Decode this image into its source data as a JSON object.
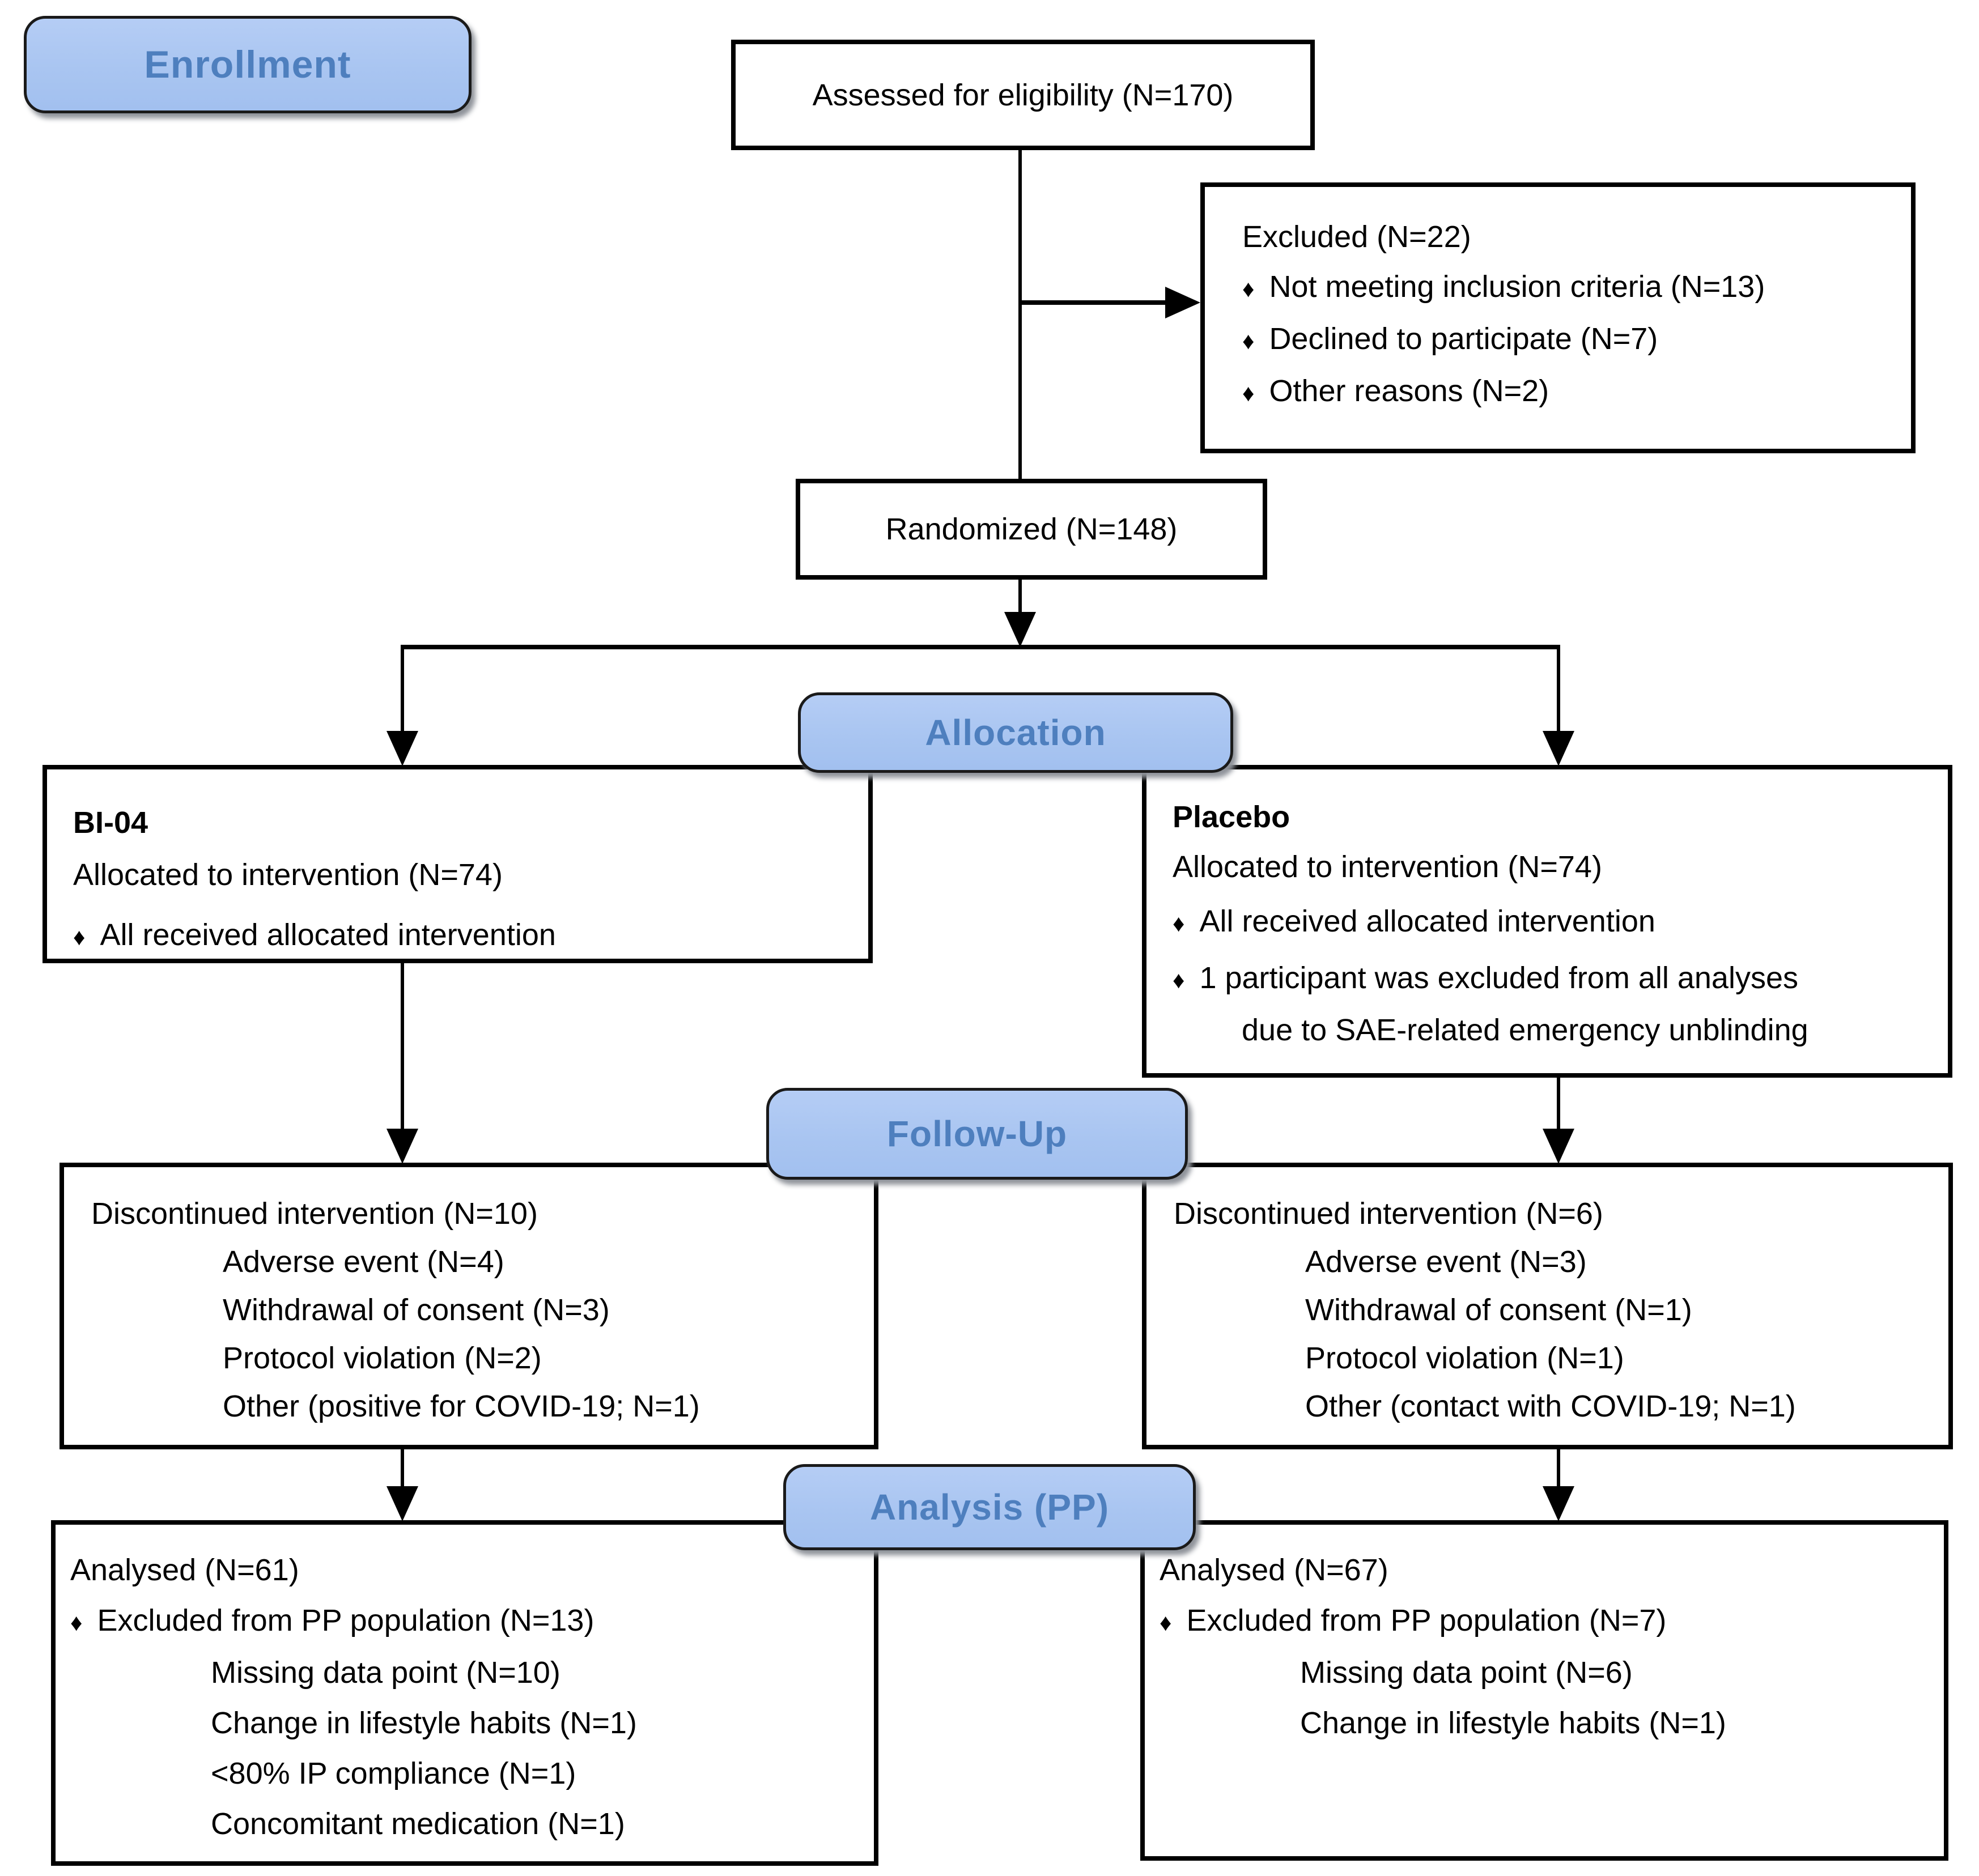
{
  "glyphs": {
    "bullet": "♦"
  },
  "colors": {
    "stage_fill": "#A9C5F1",
    "stage_text": "#4E7FBE",
    "stage_border": "#1A1A1A",
    "box_border": "#000000",
    "line": "#000000"
  },
  "stages": {
    "enrollment": "Enrollment",
    "allocation": "Allocation",
    "followup": "Follow-Up",
    "analysis": "Analysis (PP)"
  },
  "enrollment": {
    "assessed": "Assessed for eligibility (N=170)",
    "excluded": {
      "title": "Excluded (N=22)",
      "items": [
        "Not meeting inclusion criteria (N=13)",
        "Declined to participate (N=7)",
        "Other reasons (N=2)"
      ]
    },
    "randomized": "Randomized (N=148)"
  },
  "allocation": {
    "left": {
      "group": "BI-04",
      "allocated": "Allocated to intervention (N=74)",
      "bullet1": "All received allocated intervention"
    },
    "right": {
      "group": "Placebo",
      "allocated": "Allocated to intervention (N=74)",
      "bullet1": "All received allocated intervention",
      "bullet2_line1": "1 participant was excluded from all analyses",
      "bullet2_line2": "due to SAE-related emergency unblinding"
    }
  },
  "followup": {
    "left": {
      "title": "Discontinued intervention (N=10)",
      "items": [
        "Adverse event (N=4)",
        "Withdrawal of consent (N=3)",
        "Protocol violation (N=2)",
        "Other (positive for COVID-19; N=1)"
      ]
    },
    "right": {
      "title": "Discontinued intervention (N=6)",
      "items": [
        "Adverse event (N=3)",
        "Withdrawal of consent (N=1)",
        "Protocol violation (N=1)",
        "Other (contact with COVID-19; N=1)"
      ]
    }
  },
  "analysis": {
    "left": {
      "title": "Analysed (N=61)",
      "excluded": "Excluded from PP population (N=13)",
      "items": [
        "Missing data point (N=10)",
        "Change in lifestyle habits (N=1)",
        "<80% IP compliance (N=1)",
        "Concomitant medication (N=1)"
      ]
    },
    "right": {
      "title": "Analysed (N=67)",
      "excluded": "Excluded from PP population (N=7)",
      "items": [
        "Missing data point (N=6)",
        "Change in lifestyle habits (N=1)"
      ]
    }
  }
}
